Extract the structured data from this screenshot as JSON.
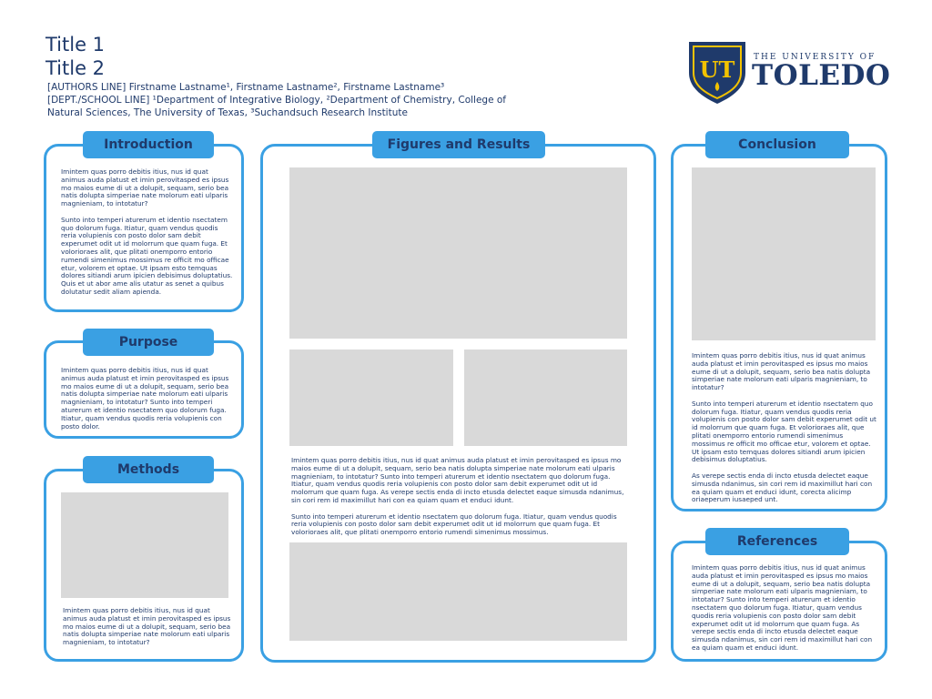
{
  "header": {
    "title1": "Title 1",
    "title2": "Title 2",
    "authors": "[AUTHORS LINE] Firstname Lastname¹, Firstname Lastname², Firstname Lastname³",
    "dept_line1": "[DEPT./SCHOOL LINE] ¹Department of Integrative Biology, ²Department of Chemistry, College of",
    "dept_line2": "Natural Sciences, The University of Texas, ³Suchandsuch Research Institute"
  },
  "logo": {
    "monogram": "UT",
    "line1": "THE UNIVERSITY OF",
    "line2": "TOLEDO",
    "colors": {
      "navy": "#1f3a6b",
      "gold": "#f2c200"
    }
  },
  "colors": {
    "accent": "#3aa0e3",
    "text": "#1f3a6b",
    "placeholder": "#d9d9d9"
  },
  "sections": {
    "introduction": {
      "heading": "Introduction",
      "text": "Imintem quas porro debitis itius, nus id quat animus auda platust et imin perovitasped es ipsus mo maios eume di ut a dolupit, sequam, serio bea natis dolupta simperiae nate molorum eati ulparis magnieniam, to intotatur?\n\nSunto into temperi aturerum et identio nsectatem quo dolorum fuga. Itiatur, quam vendus quodis reria volupienis con posto dolor sam debit experumet odit ut id molorrum que quam fuga. Et volorioraes alit, que plitati onemporro entorio rumendi simenimus mossimus re officit mo officae etur, volorem et optae. Ut ipsam esto temquas dolores sitiandi arum ipicien debisimus doluptatius.\nQuis et ut abor ame alis utatur as senet a quibus dolutatur sedit aliam apienda."
    },
    "purpose": {
      "heading": "Purpose",
      "text": "Imintem quas porro debitis itius, nus id quat animus auda platust et imin perovitasped es ipsus mo maios eume di ut a dolupit, sequam, serio bea natis dolupta simperiae nate molorum eati ulparis magnieniam, to intotatur? Sunto into temperi aturerum et identio nsectatem quo dolorum fuga. Itiatur, quam vendus quodis reria volupienis con posto dolor."
    },
    "methods": {
      "heading": "Methods",
      "text": "Imintem quas porro debitis itius, nus id quat animus auda platust et imin perovitasped es ipsus mo maios eume di ut a dolupit, sequam, serio bea natis dolupta simperiae nate molorum eati ulparis magnieniam, to intotatur?"
    },
    "figures": {
      "heading": "Figures and Results",
      "text": "Imintem quas porro debitis itius, nus id quat animus auda platust et imin perovitasped es ipsus mo maios eume di ut a dolupit, sequam, serio bea natis dolupta simperiae nate molorum eati ulparis magnieniam, to intotatur? Sunto into temperi aturerum et identio nsectatem quo dolorum fuga. Itiatur, quam vendus quodis reria volupienis con posto dolor sam debit experumet odit ut id molorrum que quam fuga. As verepe sectis enda di incto etusda delectet eaque simusda ndanimus, sin cori rem id maximillut hari con ea quiam quam et enduci idunt.\n\nSunto into temperi aturerum et identio nsectatem quo dolorum fuga. Itiatur, quam vendus quodis reria volupienis con posto dolor sam debit experumet odit ut id molorrum que quam fuga. Et volorioraes alit, que plitati onemporro entorio rumendi simenimus mossimus."
    },
    "conclusion": {
      "heading": "Conclusion",
      "text": "Imintem quas porro debitis itius, nus id quat animus auda platust et imin perovitasped es ipsus mo maios eume di ut a dolupit, sequam, serio bea natis dolupta simperiae nate molorum eati ulparis magnieniam, to intotatur?\n\nSunto into temperi aturerum et identio nsectatem quo dolorum fuga. Itiatur, quam vendus quodis reria volupienis con posto dolor sam debit experumet odit ut id molorrum que quam fuga. Et volorioraes alit, que plitati onemporro entorio rumendi simenimus mossimus re officit mo officae etur, volorem et optae. Ut ipsam esto temquas dolores sitiandi arum ipicien debisimus doluptatius.\n\nAs verepe sectis enda di incto etusda delectet eaque simusda ndanimus, sin cori rem id maximillut hari con ea quiam quam et enduci idunt, corecta alicimp oriaeperum iusaeped unt."
    },
    "references": {
      "heading": "References",
      "text": "Imintem quas porro debitis itius, nus id quat animus auda platust et imin perovitasped es ipsus mo maios eume di ut a dolupit, sequam, serio bea natis dolupta simperiae nate molorum eati ulparis magnieniam, to intotatur? Sunto into temperi aturerum et identio nsectatem quo dolorum fuga. Itiatur, quam vendus quodis reria volupienis con posto dolor sam debit experumet odit ut id molorrum que quam fuga. As verepe sectis enda di incto etusda delectet eaque simusda ndanimus, sin cori rem id maximillut hari con ea quiam quam et enduci idunt."
    }
  }
}
